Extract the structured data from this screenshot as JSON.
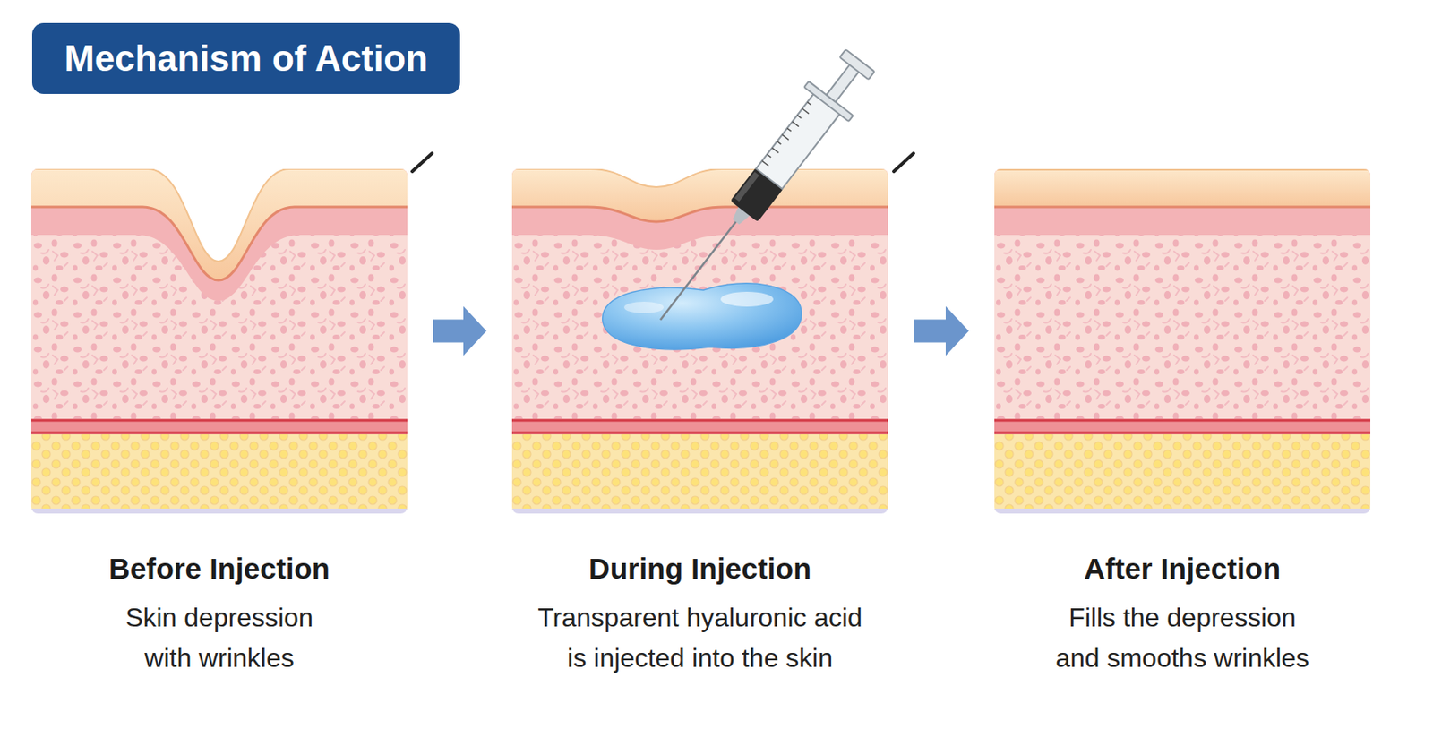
{
  "diagram": {
    "title": "Mechanism of Action",
    "nodes": [
      {
        "text": [
          "Before Injection",
          "Skin depression with wrinkles"
        ]
      },
      {
        "text": [
          "During Injection",
          "Transparent hyaluronic acid is injected into the skin"
        ]
      },
      {
        "text": [
          "After Injection",
          "Fills the depression and smooths wrinkles"
        ]
      }
    ],
    "edges": [
      {
        "from": 0,
        "to": 1,
        "arrow": "to"
      },
      {
        "from": 1,
        "to": 2,
        "arrow": "to"
      }
    ]
  }
}
